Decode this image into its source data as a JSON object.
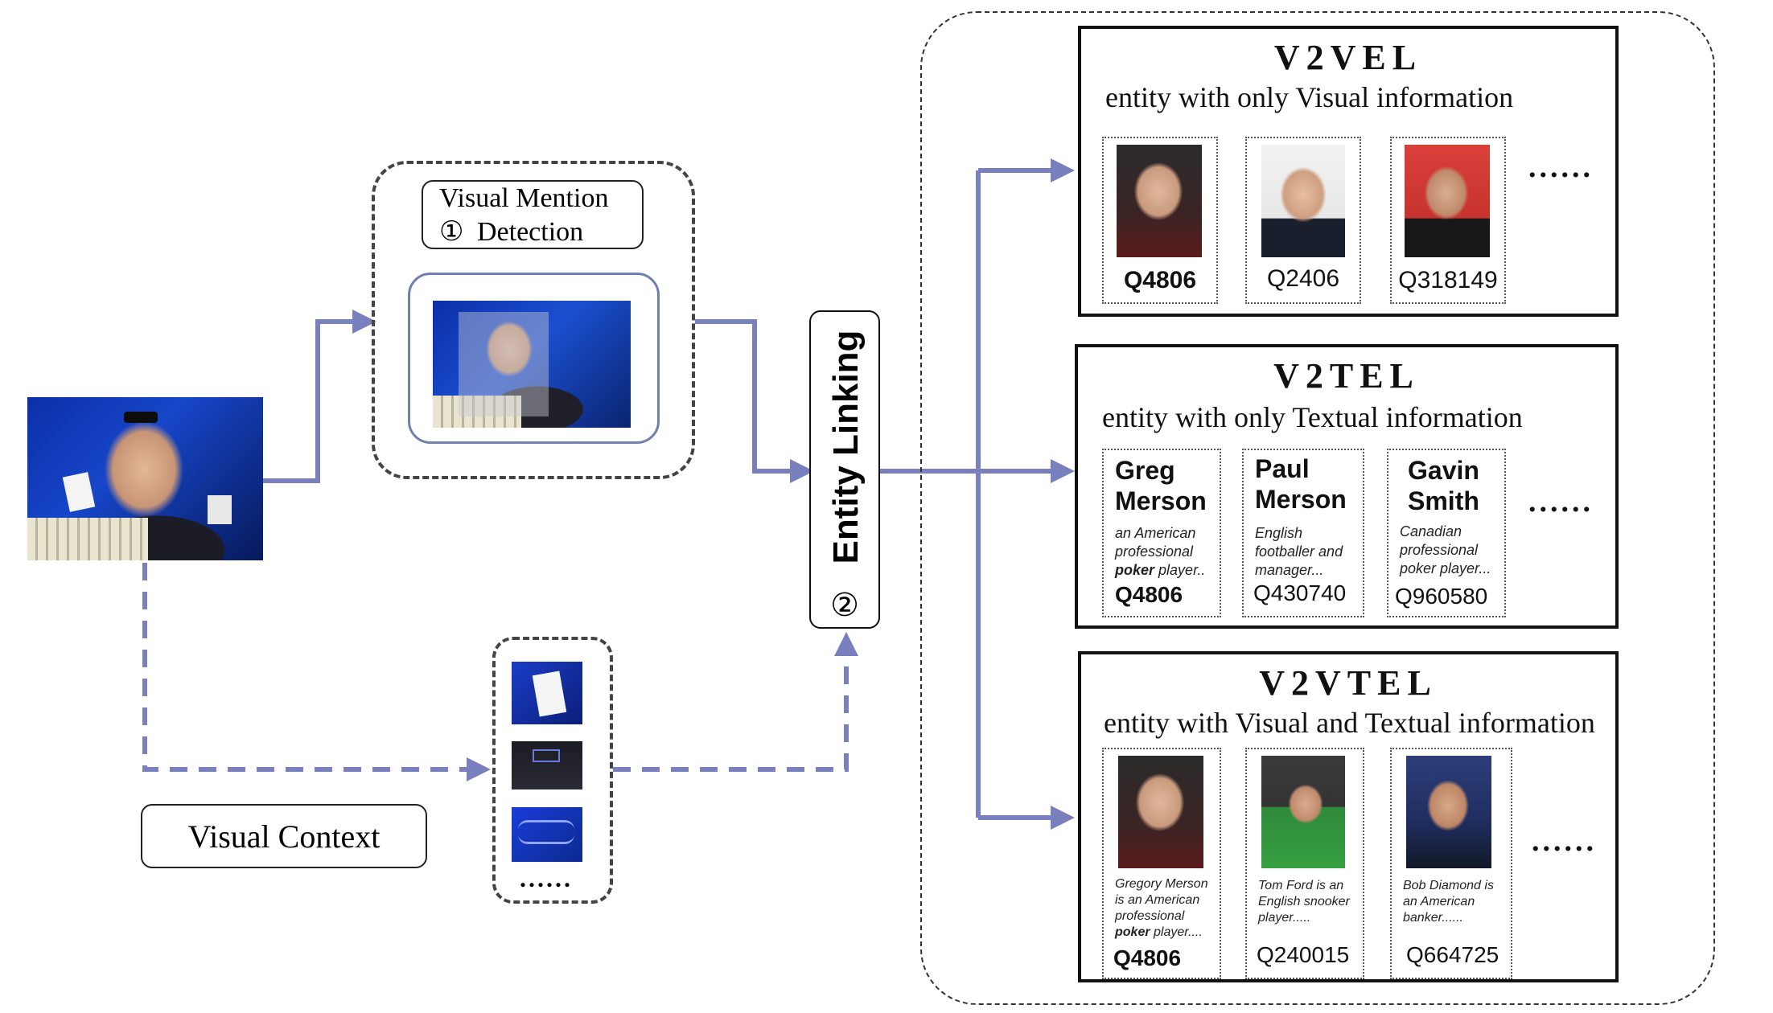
{
  "colors": {
    "arrow": "#7a7fbd",
    "border": "#111111"
  },
  "left": {
    "visual_context_label": "Visual Context",
    "context_ellipsis": "......"
  },
  "detection": {
    "line1": "Visual Mention",
    "line2": "Detection",
    "step_marker": "①"
  },
  "linking": {
    "label": "Entity Linking",
    "step_marker": "②"
  },
  "panels": [
    {
      "title": "V2VEL",
      "subtitle": "entity with only Visual information",
      "cards": [
        {
          "qid": "Q4806",
          "qid_bold": true,
          "image": "person-glasses-photo"
        },
        {
          "qid": "Q2406",
          "qid_bold": false,
          "image": "person-suit-photo"
        },
        {
          "qid": "Q318149",
          "qid_bold": false,
          "image": "person-red-bg-photo"
        }
      ],
      "ellipsis": "......"
    },
    {
      "title": "V2TEL",
      "subtitle": "entity with only Textual information",
      "cards": [
        {
          "name": [
            "Greg",
            "Merson"
          ],
          "desc_plain": "an American professional",
          "desc_bold": "poker",
          "desc_tail": " player..",
          "qid": "Q4806",
          "qid_bold": true
        },
        {
          "name": [
            "Paul",
            "Merson"
          ],
          "desc_plain": "English footballer and manager...",
          "desc_bold": "",
          "desc_tail": "",
          "qid": "Q430740",
          "qid_bold": false
        },
        {
          "name": [
            "Gavin",
            "Smith"
          ],
          "desc_plain": "Canadian professional poker player...",
          "desc_bold": "",
          "desc_tail": "",
          "qid": "Q960580",
          "qid_bold": false
        }
      ],
      "ellipsis": "......"
    },
    {
      "title": "V2VTEL",
      "subtitle": "entity with Visual and Textual information",
      "cards": [
        {
          "desc_plain": "Gregory Merson is an American professional",
          "desc_bold": "poker",
          "desc_tail": " player....",
          "qid": "Q4806",
          "qid_bold": true,
          "image": "person-glasses-photo"
        },
        {
          "desc_plain": "Tom Ford is an English snooker player.....",
          "desc_bold": "",
          "desc_tail": "",
          "qid": "Q240015",
          "qid_bold": false,
          "image": "snooker-player-photo"
        },
        {
          "desc_plain": "Bob Diamond is an American banker......",
          "desc_bold": "",
          "desc_tail": "",
          "qid": "Q664725",
          "qid_bold": false,
          "image": "banker-photo"
        }
      ],
      "ellipsis": "......"
    }
  ]
}
